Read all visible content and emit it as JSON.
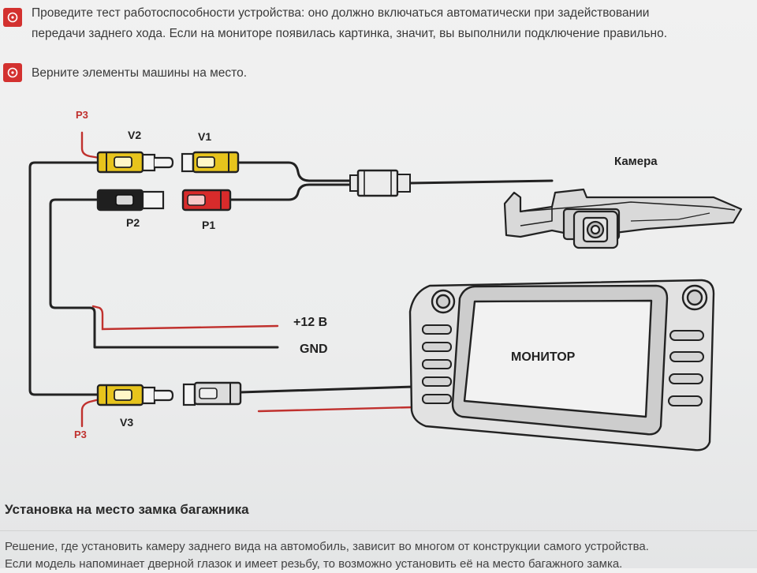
{
  "steps": [
    {
      "text": "Проведите тест работоспособности устройства: оно должно включаться автоматически при задействовании",
      "text2": "передачи заднего хода. Если на мониторе появилась картинка, значит, вы выполнили подключение правильно."
    },
    {
      "text": "Верните элементы машины на место."
    }
  ],
  "diagram": {
    "labels": {
      "p3_top": "P3",
      "v2": "V2",
      "v1": "V1",
      "p2": "P2",
      "p1": "P1",
      "camera": "Камера",
      "plus12": "+12 В",
      "gnd": "GND",
      "monitor": "МОНИТОР",
      "v3": "V3",
      "p3_bottom": "P3"
    },
    "colors": {
      "yellow": "#e7c41c",
      "black": "#1f1f1f",
      "red": "#d82b2b",
      "wire": "#222222",
      "red_wire": "#c0312e",
      "accent": "#d3312f"
    },
    "icons": [
      "info-bullet-icon",
      "camera-icon",
      "monitor-icon",
      "rca-connector-icon"
    ]
  },
  "section": {
    "title": "Установка на место замка багажника",
    "para1": "Решение, где установить камеру заднего вида на автомобиль, зависит во многом от конструкции самого устройства.",
    "para2": "Если модель напоминает дверной глазок и имеет резьбу, то возможно установить её на место багажного замка."
  }
}
